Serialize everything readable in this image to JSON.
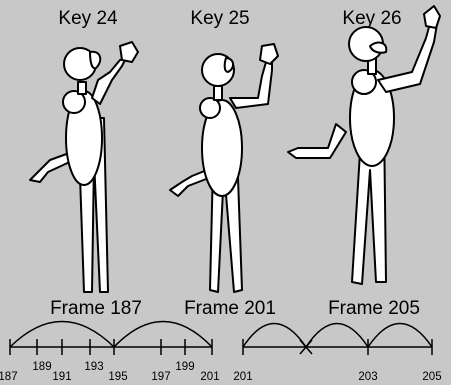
{
  "keys": [
    {
      "label": "Key 24"
    },
    {
      "label": "Key 25"
    },
    {
      "label": "Key 26"
    }
  ],
  "frames": [
    {
      "label": "Frame 187"
    },
    {
      "label": "Frame 201"
    },
    {
      "label": "Frame 205"
    }
  ],
  "timeline_left": {
    "ticks_below": [
      {
        "label": "187"
      },
      {
        "label": "191"
      },
      {
        "label": "195"
      },
      {
        "label": "197"
      },
      {
        "label": "201"
      }
    ],
    "ticks_above": [
      {
        "label": "189"
      },
      {
        "label": "193"
      },
      {
        "label": "199"
      }
    ]
  },
  "timeline_right": {
    "ticks_below": [
      {
        "label": "201"
      },
      {
        "label": "203"
      },
      {
        "label": "205"
      }
    ]
  },
  "colors": {
    "background": "#c8c8c8",
    "ink": "#000000",
    "figure_fill": "#ffffff"
  }
}
